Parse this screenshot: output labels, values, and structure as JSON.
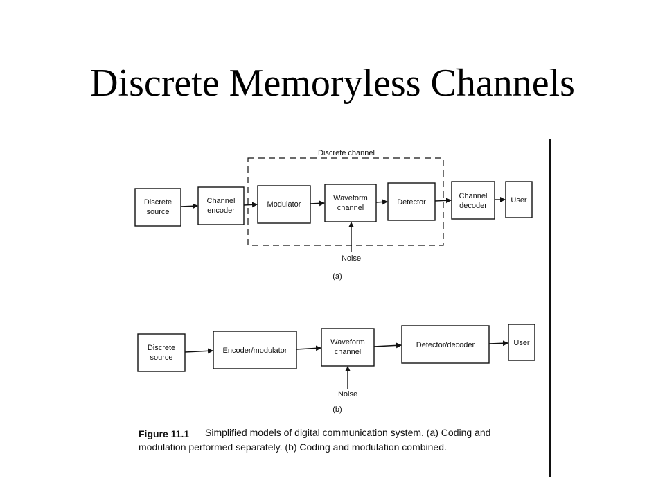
{
  "title": "Discrete Memoryless Channels",
  "diagram_a": {
    "group_label": "Discrete channel",
    "blocks": [
      {
        "id": "src",
        "lines": [
          "Discrete",
          "source"
        ]
      },
      {
        "id": "enc",
        "lines": [
          "Channel",
          "encoder"
        ]
      },
      {
        "id": "mod",
        "lines": [
          "Modulator"
        ]
      },
      {
        "id": "wav",
        "lines": [
          "Waveform",
          "channel"
        ]
      },
      {
        "id": "det",
        "lines": [
          "Detector"
        ]
      },
      {
        "id": "dec",
        "lines": [
          "Channel",
          "decoder"
        ]
      },
      {
        "id": "usr",
        "lines": [
          "User"
        ]
      }
    ],
    "noise_label": "Noise",
    "sub_label": "(a)"
  },
  "diagram_b": {
    "blocks": [
      {
        "id": "src",
        "lines": [
          "Discrete",
          "source"
        ]
      },
      {
        "id": "encmod",
        "lines": [
          "Encoder/modulator"
        ]
      },
      {
        "id": "wav",
        "lines": [
          "Waveform",
          "channel"
        ]
      },
      {
        "id": "detdec",
        "lines": [
          "Detector/decoder"
        ]
      },
      {
        "id": "usr",
        "lines": [
          "User"
        ]
      }
    ],
    "noise_label": "Noise",
    "sub_label": "(b)"
  },
  "caption": {
    "figure_label": "Figure 11.1",
    "line1": "Simplified models of digital communication system. (a) Coding and",
    "line2": "modulation performed separately. (b) Coding and modulation combined."
  }
}
